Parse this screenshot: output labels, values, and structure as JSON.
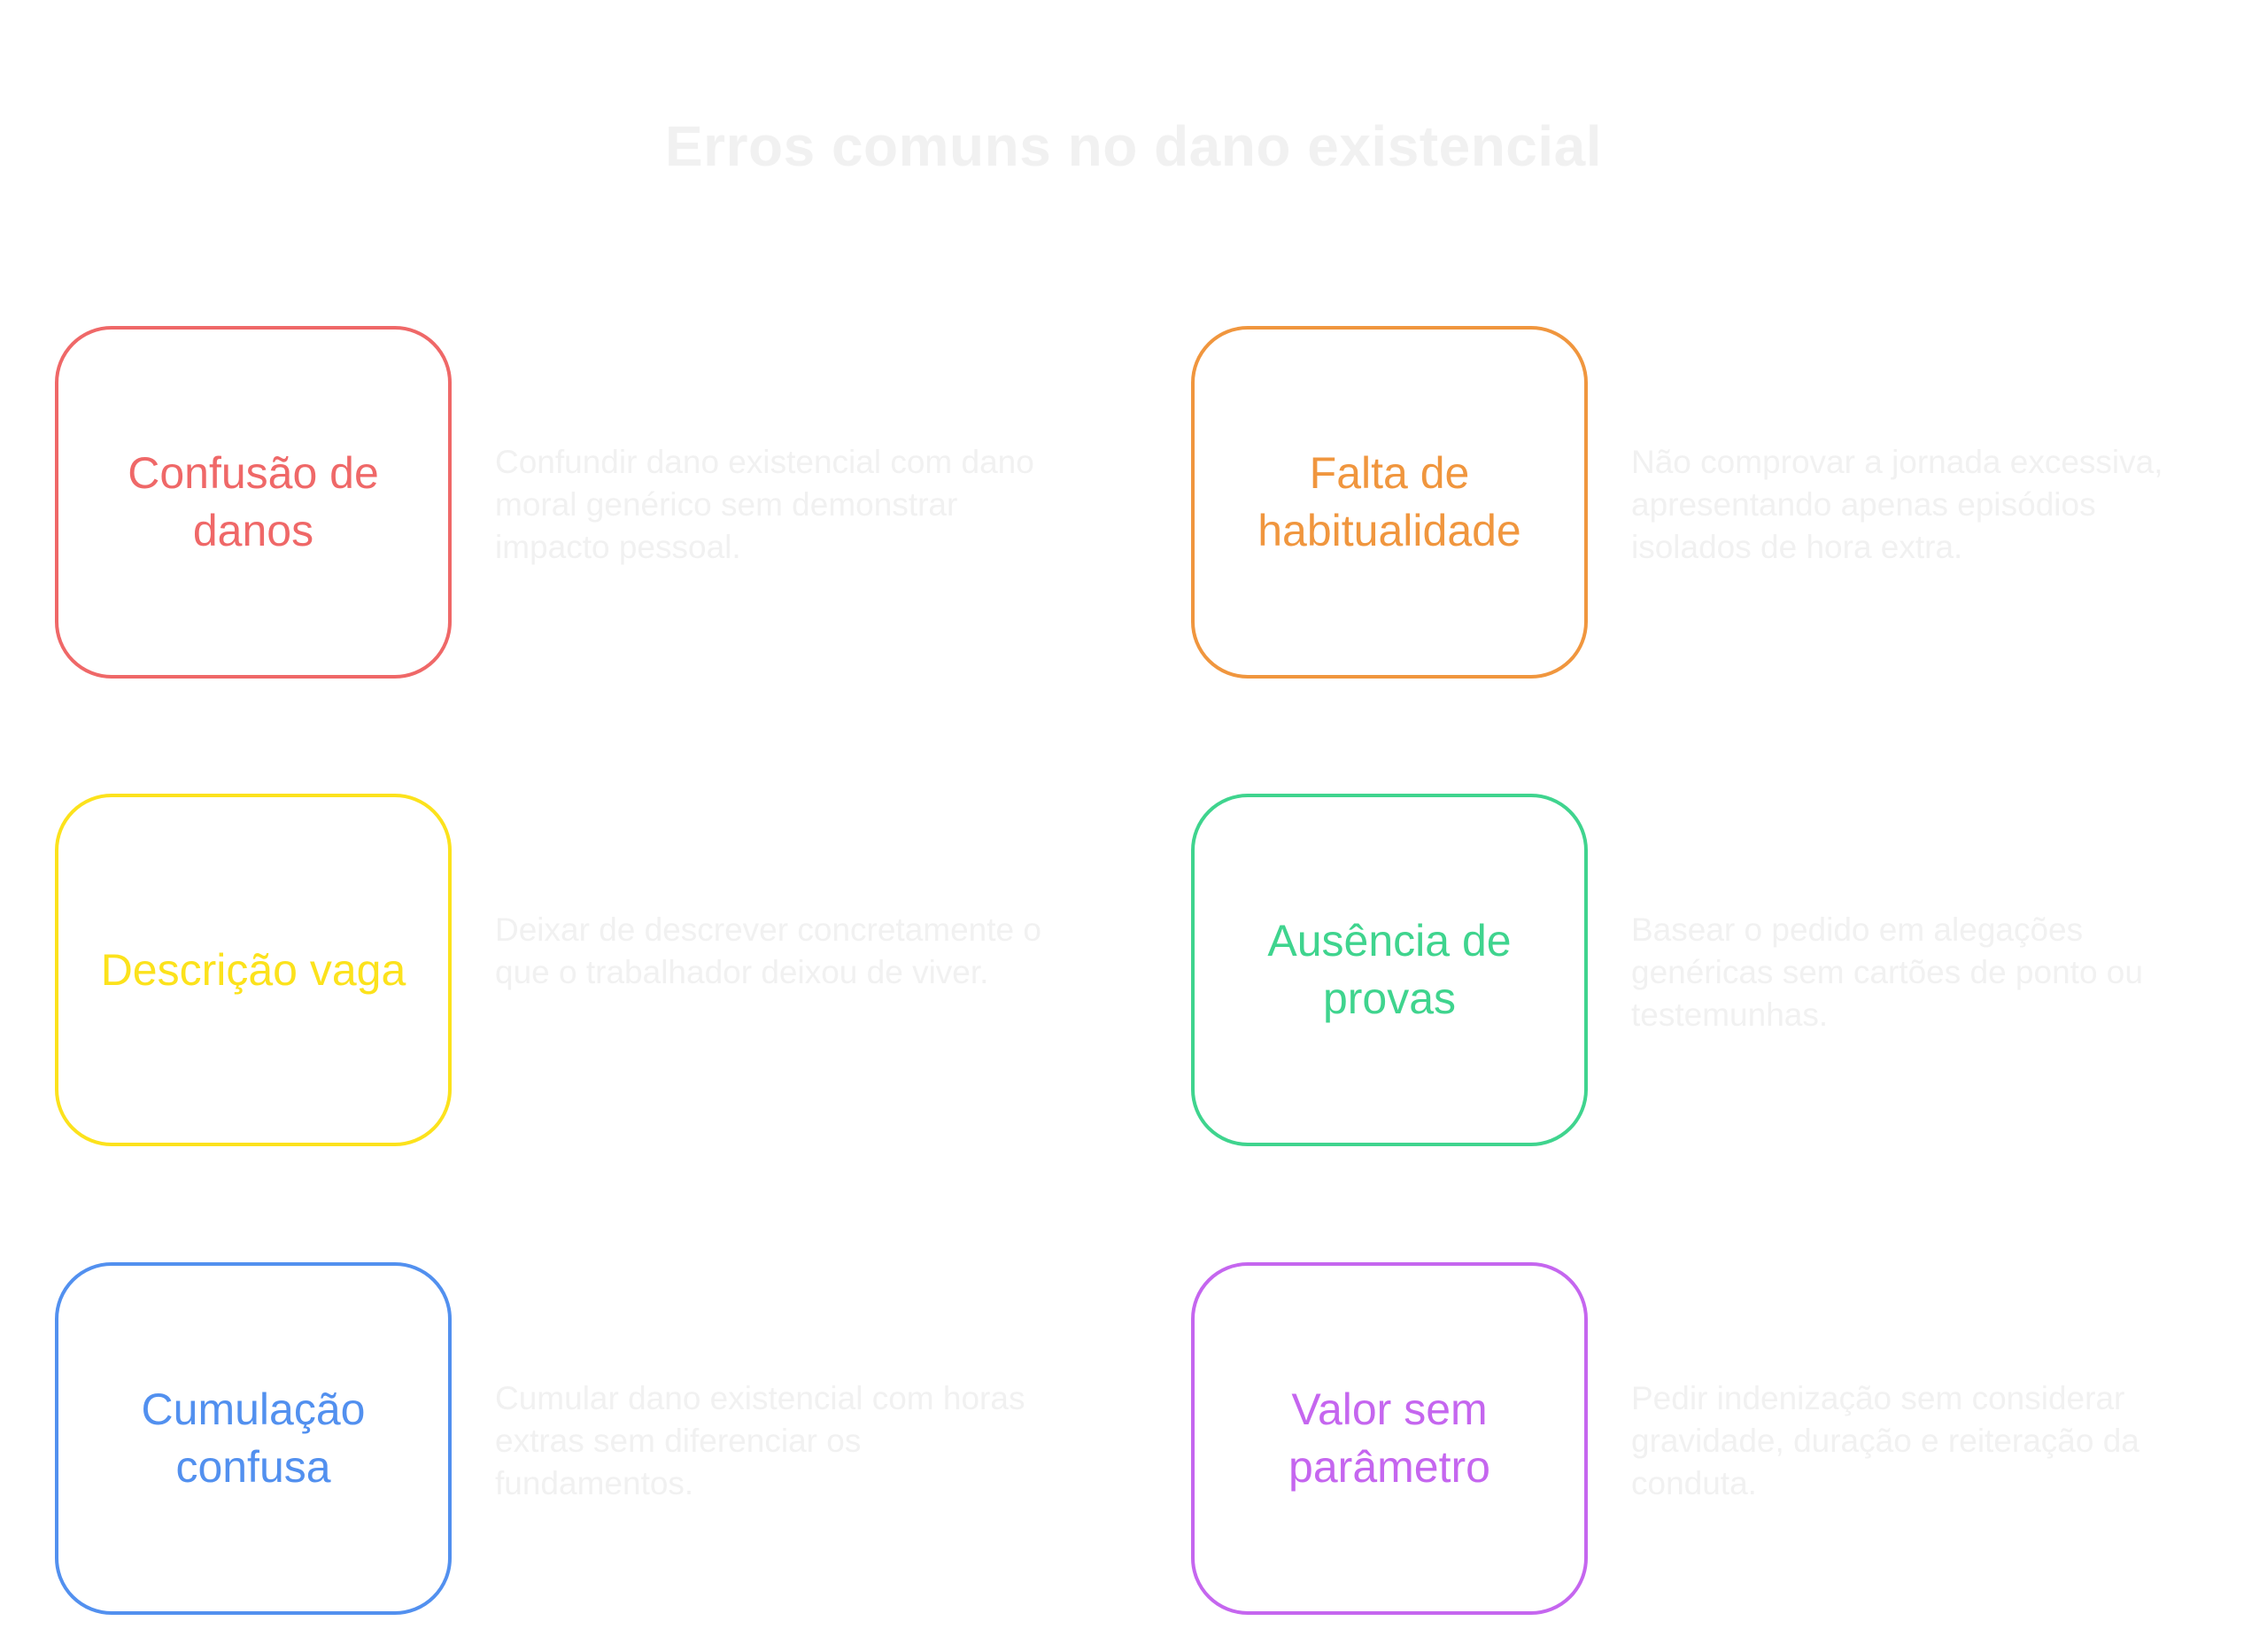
{
  "title": "Erros comuns no dano existencial",
  "items": [
    {
      "label": "Confusão de danos",
      "description": "Confundir dano existencial com dano moral genérico sem demonstrar impacto pessoal.",
      "color": "#ef6868"
    },
    {
      "label": "Falta de habitualidade",
      "description": "Não comprovar a jornada excessiva, apresentando apenas episódios isolados de hora extra.",
      "color": "#f0963e"
    },
    {
      "label": "Descrição vaga",
      "description": "Deixar de descrever concretamente o que o trabalhador deixou de viver.",
      "color": "#fce21c"
    },
    {
      "label": "Ausência de provas",
      "description": "Basear o pedido em alegações genéricas sem cartões de ponto ou testemunhas.",
      "color": "#3fd48e"
    },
    {
      "label": "Cumulação confusa",
      "description": "Cumular dano existencial com horas extras sem diferenciar os fundamentos.",
      "color": "#5290ef"
    },
    {
      "label": "Valor sem parâmetro",
      "description": "Pedir indenização sem considerar gravidade, duração e reiteração da conduta.",
      "color": "#c566ef"
    }
  ]
}
